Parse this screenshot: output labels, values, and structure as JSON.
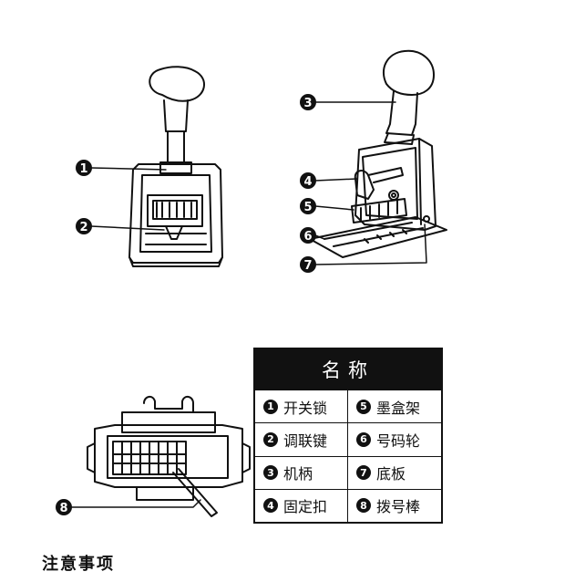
{
  "callouts": [
    "1",
    "2",
    "3",
    "4",
    "5",
    "6",
    "7",
    "8"
  ],
  "legend": {
    "title": "名称",
    "items": [
      {
        "num": "1",
        "label": "开关锁"
      },
      {
        "num": "5",
        "label": "墨盒架"
      },
      {
        "num": "2",
        "label": "调联键"
      },
      {
        "num": "6",
        "label": "号码轮"
      },
      {
        "num": "3",
        "label": "机柄"
      },
      {
        "num": "7",
        "label": "底板"
      },
      {
        "num": "4",
        "label": "固定扣"
      },
      {
        "num": "8",
        "label": "拨号棒"
      }
    ]
  },
  "notes_title": "注意事项",
  "colors": {
    "ink": "#111111",
    "paper": "#ffffff"
  }
}
